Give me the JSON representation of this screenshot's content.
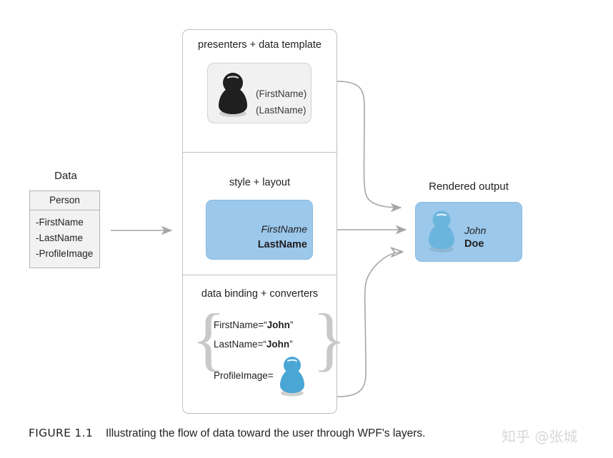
{
  "figure": {
    "caption_label": "FIGURE 1.1",
    "caption_text": "Illustrating the flow of data toward the user through WPF's layers.",
    "watermark": "知乎 @张城"
  },
  "data_column": {
    "label": "Data",
    "class_name": "Person",
    "members": [
      "-FirstName",
      "-LastName",
      "-ProfileImage"
    ]
  },
  "layers": [
    {
      "title": "presenters + data template",
      "card": {
        "figure_icon": "person-silhouette-dark-icon",
        "line1": "(FirstName)",
        "line2": "(LastName)"
      }
    },
    {
      "title": "style + layout",
      "card": {
        "first_name": "FirstName",
        "last_name": "LastName"
      }
    },
    {
      "title": "data binding + converters",
      "brace_left": "{",
      "brace_right": "}",
      "bindings": [
        {
          "key": "FirstName=“",
          "value": "John",
          "close": "”"
        },
        {
          "key": "LastName=“",
          "value": "John",
          "close": "”"
        }
      ],
      "profile_image_label": "ProfileImage=",
      "profile_image_icon": "person-silhouette-blue-icon"
    }
  ],
  "rendered_output": {
    "label": "Rendered output",
    "figure_icon": "person-silhouette-blue-icon",
    "first_name": "John",
    "last_name": "Doe"
  },
  "colors": {
    "accent_blue": "#9bc8eb",
    "figure_blue": "#4aa6d4",
    "figure_dark": "#1f1f1f",
    "border_gray": "#bfbfbf",
    "arrow_gray": "#a6a6a6",
    "panel_gray": "#f1f1f1",
    "watermark_gray": "#d8d8d8"
  },
  "arrows": [
    {
      "name": "data-to-layers",
      "style": "solid-filled-head"
    },
    {
      "name": "presenters-to-rendered",
      "style": "curved-filled-head"
    },
    {
      "name": "style-to-rendered",
      "style": "straight-filled-head"
    },
    {
      "name": "binding-to-rendered",
      "style": "curved-hollow-head"
    }
  ]
}
